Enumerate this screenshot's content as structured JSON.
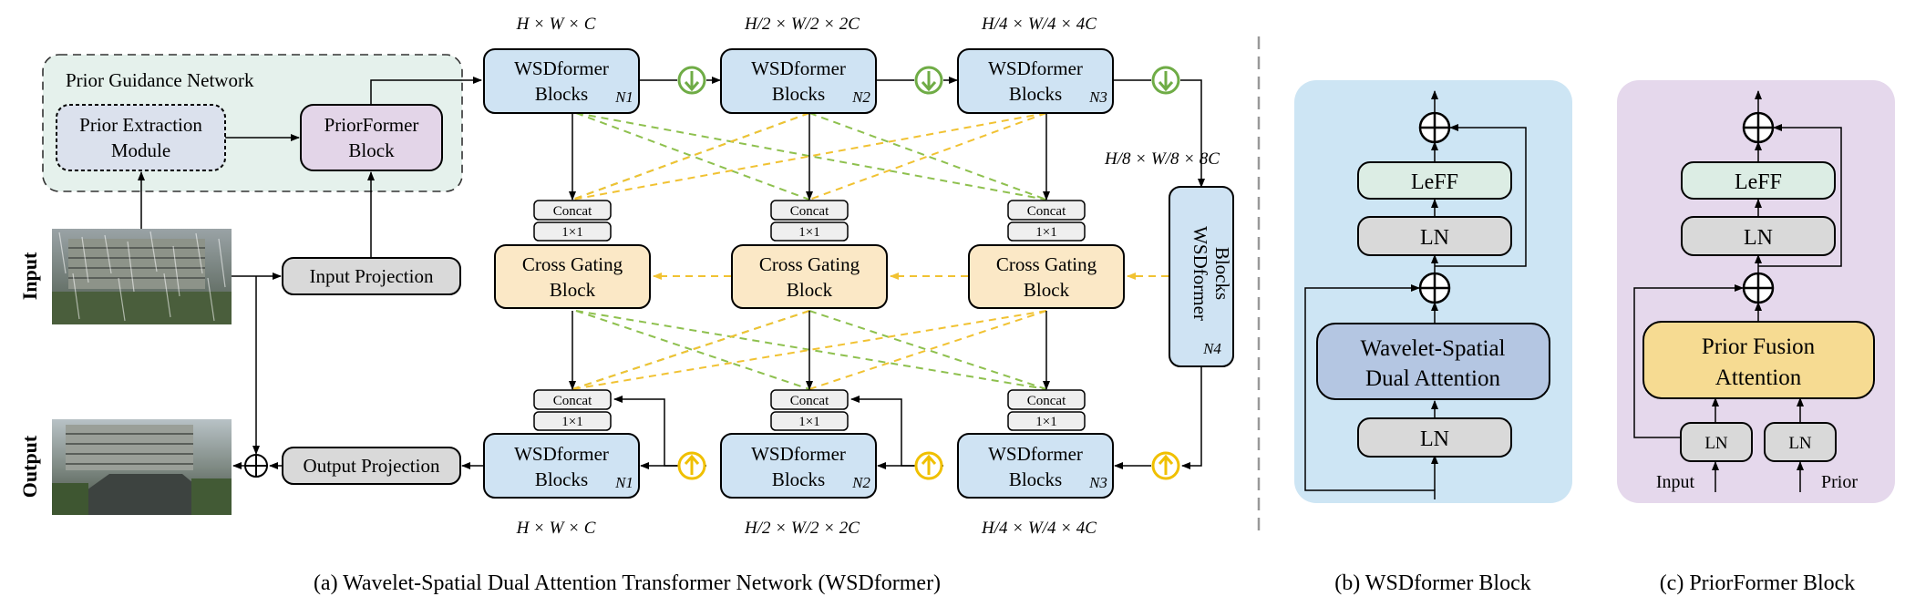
{
  "panel_a": {
    "prior_network_title": "Prior Guidance Network",
    "prior_extraction": [
      "Prior Extraction",
      "Module"
    ],
    "priorformer_block": [
      "PriorFormer",
      "Block"
    ],
    "input_label": "Input",
    "output_label": "Output",
    "input_projection": "Input Projection",
    "output_projection": "Output Projection",
    "wsd_label": [
      "WSDformer",
      "Blocks"
    ],
    "wsd_counts": [
      "N1",
      "N2",
      "N3",
      "N4"
    ],
    "concat": "Concat",
    "conv": "1×1",
    "cross_gating": [
      "Cross Gating",
      "Block"
    ],
    "dims": {
      "d1": "H × W × C",
      "d2": "H/2 × W/2 × 2C",
      "d3": "H/4 × W/4 × 4C",
      "d4": "H/8 × W/8 × 8C"
    },
    "caption": "(a) Wavelet-Spatial Dual Attention Transformer Network (WSDformer)"
  },
  "panel_b": {
    "leff": "LeFF",
    "ln": "LN",
    "attention": [
      "Wavelet-Spatial",
      "Dual Attention"
    ],
    "caption": "(b) WSDformer Block"
  },
  "panel_c": {
    "leff": "LeFF",
    "ln": "LN",
    "attention": [
      "Prior Fusion",
      "Attention"
    ],
    "input_label": "Input",
    "prior_label": "Prior",
    "caption": "(c) PriorFormer Block"
  },
  "colors": {
    "wsd_fill": "#cfe3f3",
    "cross_fill": "#fbe8c6",
    "gray_fill": "#d9d9d9",
    "prior_net_fill": "#e5f1ec",
    "prior_extract_fill": "#dbe1ed",
    "priorformer_fill": "#e3d5e8",
    "panel_b_bg": "#cde5f4",
    "panel_c_bg": "#e5d8ec",
    "leff_fill": "#dcede4",
    "wsa_fill": "#b4c6e2",
    "pfa_fill": "#f6db92",
    "down_icon": "#6fac46",
    "up_icon": "#f0c000",
    "dash_green": "#8ec04e",
    "dash_yellow": "#f1c232"
  }
}
